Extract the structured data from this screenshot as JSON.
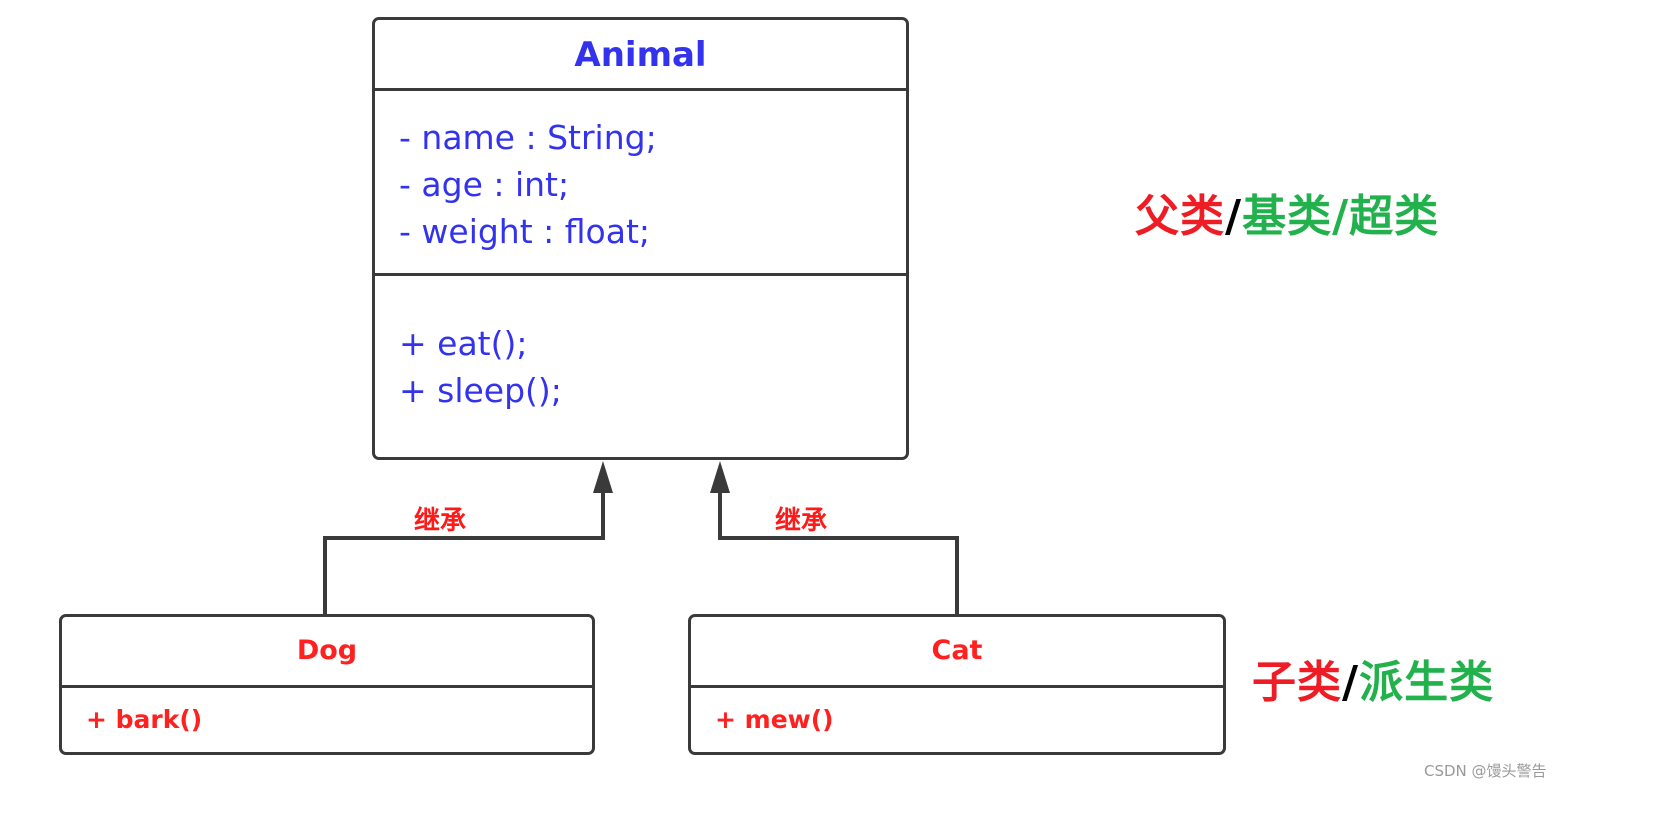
{
  "parent_class": {
    "name": "Animal",
    "attributes": [
      "- name : String;",
      "- age : int;",
      "- weight : float;"
    ],
    "methods": [
      "+ eat();",
      "+ sleep();"
    ]
  },
  "child_classes": [
    {
      "name": "Dog",
      "methods": [
        "+ bark()"
      ]
    },
    {
      "name": "Cat",
      "methods": [
        "+ mew()"
      ]
    }
  ],
  "edge_labels": [
    "继承",
    "继承"
  ],
  "annotations": {
    "parent": {
      "part1": "父类",
      "sep1": "/",
      "part2": "基类",
      "sep2": "/",
      "part3": "超类"
    },
    "child": {
      "part1": "子类",
      "sep1": "/",
      "part2": "派生类"
    }
  },
  "colors": {
    "parent_text": "#3333ee",
    "child_text": "#ff2020",
    "red": "#ee1c24",
    "green": "#22b14c",
    "line": "#3a3a3a"
  },
  "watermark": "CSDN @馒头警告"
}
